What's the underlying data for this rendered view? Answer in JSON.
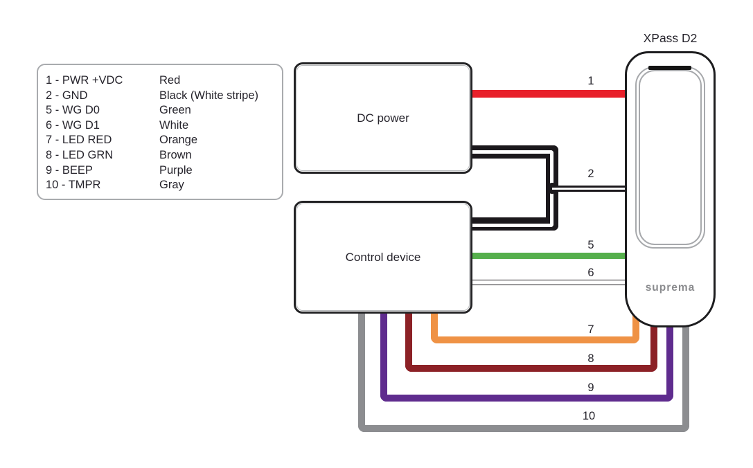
{
  "device": {
    "title": "XPass D2",
    "brand": "suprema"
  },
  "boxes": {
    "dc_power": "DC power",
    "control_device": "Control device"
  },
  "legend": {
    "rows": [
      {
        "pin": "1 - PWR +VDC",
        "color_name": "Red"
      },
      {
        "pin": "2 - GND",
        "color_name": "Black (White stripe)"
      },
      {
        "pin": "5 - WG D0",
        "color_name": "Green"
      },
      {
        "pin": "6 - WG D1",
        "color_name": "White"
      },
      {
        "pin": "7 - LED RED",
        "color_name": "Orange"
      },
      {
        "pin": "8 - LED GRN",
        "color_name": "Brown"
      },
      {
        "pin": "9 - BEEP",
        "color_name": "Purple"
      },
      {
        "pin": "10 - TMPR",
        "color_name": "Gray"
      }
    ]
  },
  "wire_labels": {
    "w1": "1",
    "w2": "2",
    "w5": "5",
    "w6": "6",
    "w7": "7",
    "w8": "8",
    "w9": "9",
    "w10": "10"
  },
  "colors": {
    "wire_red": "#e8202a",
    "wire_black": "#1b181c",
    "wire_green": "#55af4c",
    "wire_orange": "#ef9245",
    "wire_brown": "#8c2126",
    "wire_purple": "#5f2c8e",
    "wire_gray": "#8c8d90",
    "device_outline": "#1d1d1f",
    "bezel": "#a7a9ac",
    "brand": "#8a8b8e",
    "text": "#26242c",
    "legend_border": "#a9abae",
    "box_border": "#232325"
  }
}
